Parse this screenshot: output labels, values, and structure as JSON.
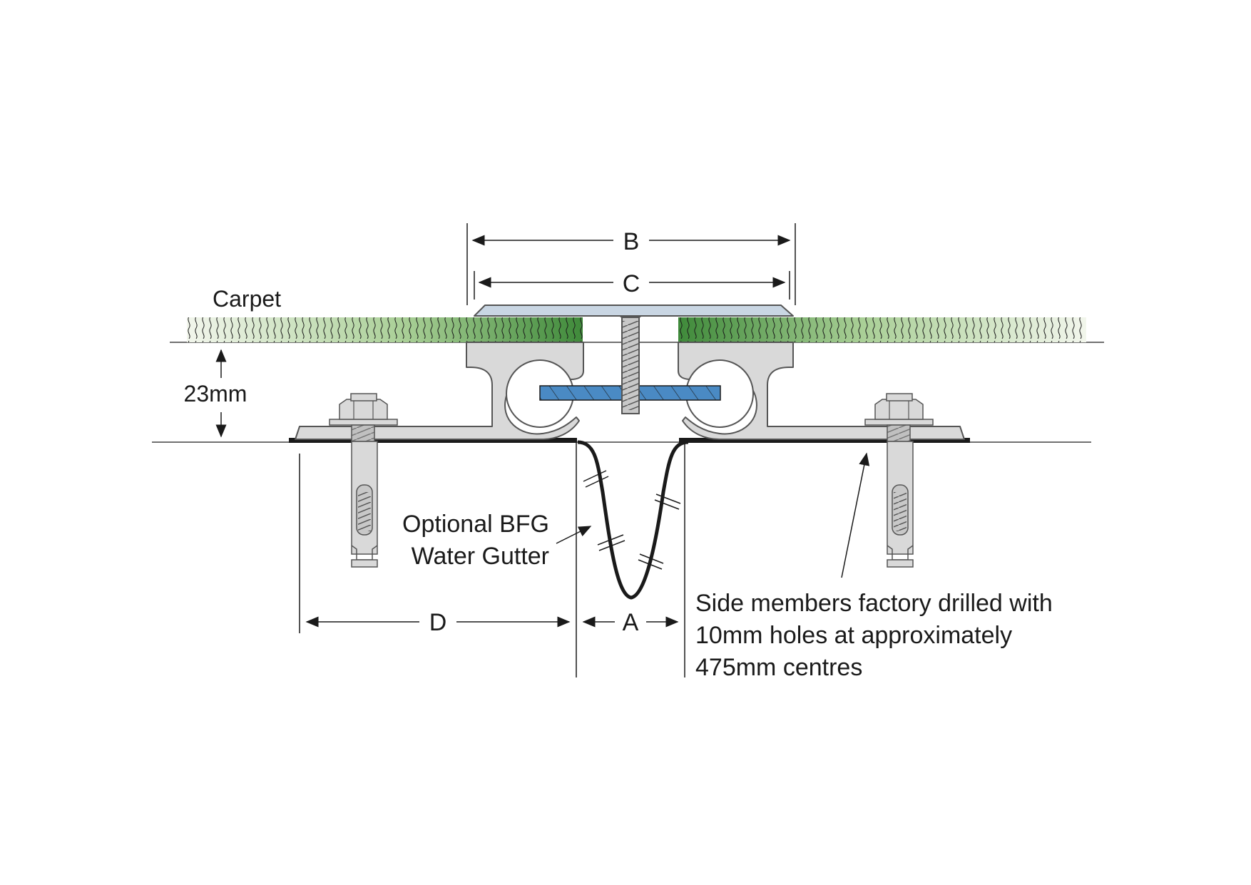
{
  "labels": {
    "carpet": "Carpet",
    "height": "23mm",
    "gutter_line1": "Optional BFG",
    "gutter_line2": "Water Gutter",
    "note_line1": "Side members factory drilled with",
    "note_line2": "10mm holes at approximately",
    "note_line3": "475mm centres"
  },
  "dimensions": {
    "a": "A",
    "b": "B",
    "c": "C",
    "d": "D"
  },
  "colors": {
    "carpet_dark": "#3f8a3a",
    "carpet_light": "#d8e8c8",
    "metal": "#d9d9d9",
    "metal_edge": "#555555",
    "cover_plate": "#c9d6e3",
    "blue_bar": "#4a8ac4",
    "line": "#1a1a1a"
  }
}
